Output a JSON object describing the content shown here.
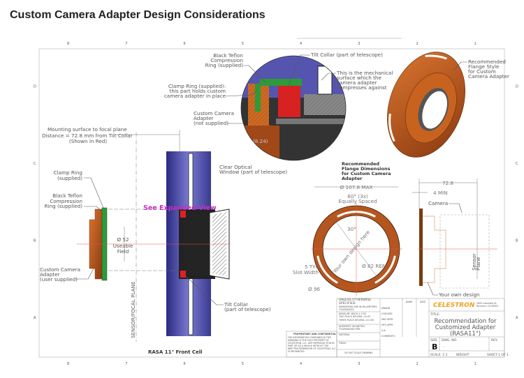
{
  "page_title": "Custom Camera Adapter Design Considerations",
  "zones": {
    "columns": [
      "8",
      "7",
      "6",
      "5",
      "4",
      "3",
      "2",
      "1"
    ],
    "rows": [
      "D",
      "C",
      "B",
      "A"
    ]
  },
  "left_view": {
    "mounting_note": [
      "Mounting surface to focal plane",
      "Distance = 72.8 mm from Tilt Collar",
      "(Shown in Red)"
    ],
    "clamp_ring": [
      "Clamp Ring",
      "(supplied)"
    ],
    "teflon_ring": [
      "Black Teflon",
      "Compression",
      "Ring (supplied)"
    ],
    "custom_adapter": [
      "Custom Camera",
      "Adapter",
      "(user supplied)"
    ],
    "useable_field": [
      "Ø 52",
      "Useable",
      "Field"
    ],
    "sensor_plane": "SENSOR/FOCAL PLANE",
    "see_expanded": "See Expanded View",
    "tilt_collar": [
      "Tilt Collar",
      "(part of telescope)"
    ],
    "caption": "RASA 11\" Front Cell"
  },
  "detail_view": {
    "teflon_ring": [
      "Black Teflon",
      "Compression",
      "Ring (supplied)"
    ],
    "clamp_ring": [
      "Clamp Ring (supplied):",
      "this part holds custom",
      "camera adapter in place"
    ],
    "custom_adapter": [
      "Custom Camera",
      "Adapter",
      "(not supplied)"
    ],
    "tilt_collar": "Tilt Collar (part of telescope)",
    "mechanical_surface": [
      "This is the mechanical",
      "surface which the",
      "camera adapter",
      "compresses against"
    ],
    "clear_window": [
      "Clear Optical",
      "Window (part of telescope)"
    ],
    "dimension": "(8.24)"
  },
  "flange_3d": {
    "label": [
      "Recommended",
      "Flange Style",
      "for Custom",
      "Camera Adapter"
    ]
  },
  "flange_dims": {
    "heading": [
      "Recommended",
      "Flange Dimensions",
      "for Custom Camera",
      "Adapter"
    ],
    "max_dia": "Ø 107.8 MAX",
    "slots": [
      "60° (3x)",
      "Equally Spaced"
    ],
    "angle": "30°",
    "design_here": "Your own design here",
    "ref_dia": "Ø 82 REF.",
    "slot_width": [
      "5 TYP",
      "Slot Width"
    ],
    "bolt_dia": "Ø 96"
  },
  "side_view": {
    "length": "72.8",
    "min": "4 MIN",
    "camera": "Camera",
    "sensor_plane": [
      "Sensor",
      "Plane"
    ],
    "own_design": "Your own design"
  },
  "title_block": {
    "tolerances": [
      "UNLESS OTHERWISE SPECIFIED:",
      "DIMENSIONS ARE IN MILLIMETERS TOLERANCES:",
      "ANGULAR: MACH ± 0.50",
      "TWO PLACE DECIMAL ±0.05",
      "THREE PLACE DECIMAL ±0.100",
      "INTERPRET GEOMETRIC TOLERANCING PER:",
      "MATERIAL",
      "FINISH",
      "DO NOT SCALE DRAWING"
    ],
    "approvals_header": [
      "NAME",
      "DATE"
    ],
    "approvals": [
      "DRAWN",
      "CHECKED",
      "ENG APPR.",
      "MFG APPR.",
      "Q.A.",
      "COMMENTS:"
    ],
    "company": "CELESTRON",
    "address": [
      "2835 Columbia St.",
      "Torrance, CA 90503"
    ],
    "title_label": "TITLE:",
    "title": [
      "Recommendation for",
      "Customized Adapter",
      "(RASA11\")"
    ],
    "size_label": "SIZE",
    "size": "B",
    "dwg_label": "DWG.  NO.",
    "dwg_no": "-",
    "rev_label": "REV",
    "scale": "SCALE: 1:1",
    "weight": "WEIGHT:",
    "sheet": "SHEET 1 OF 1",
    "proprietary_title": "PROPRIETARY AND CONFIDENTIAL",
    "proprietary_text": [
      "THE INFORMATION CONTAINED IN THIS",
      "DRAWING IS THE SOLE PROPERTY OF",
      "CELESTRON, LLC. ANY REPRODUCTION IN",
      "PART OR AS A WHOLE WITHOUT THE",
      "WRITTEN PERMISSION OF CELESTRON, LLC",
      "IS PROHIBITED."
    ]
  },
  "colors": {
    "orange": "#c8621f",
    "green": "#2e9a3a",
    "blue": "#4a4aa8",
    "red": "#e02020",
    "magenta": "#c030c0",
    "copper": "#b5561f"
  }
}
